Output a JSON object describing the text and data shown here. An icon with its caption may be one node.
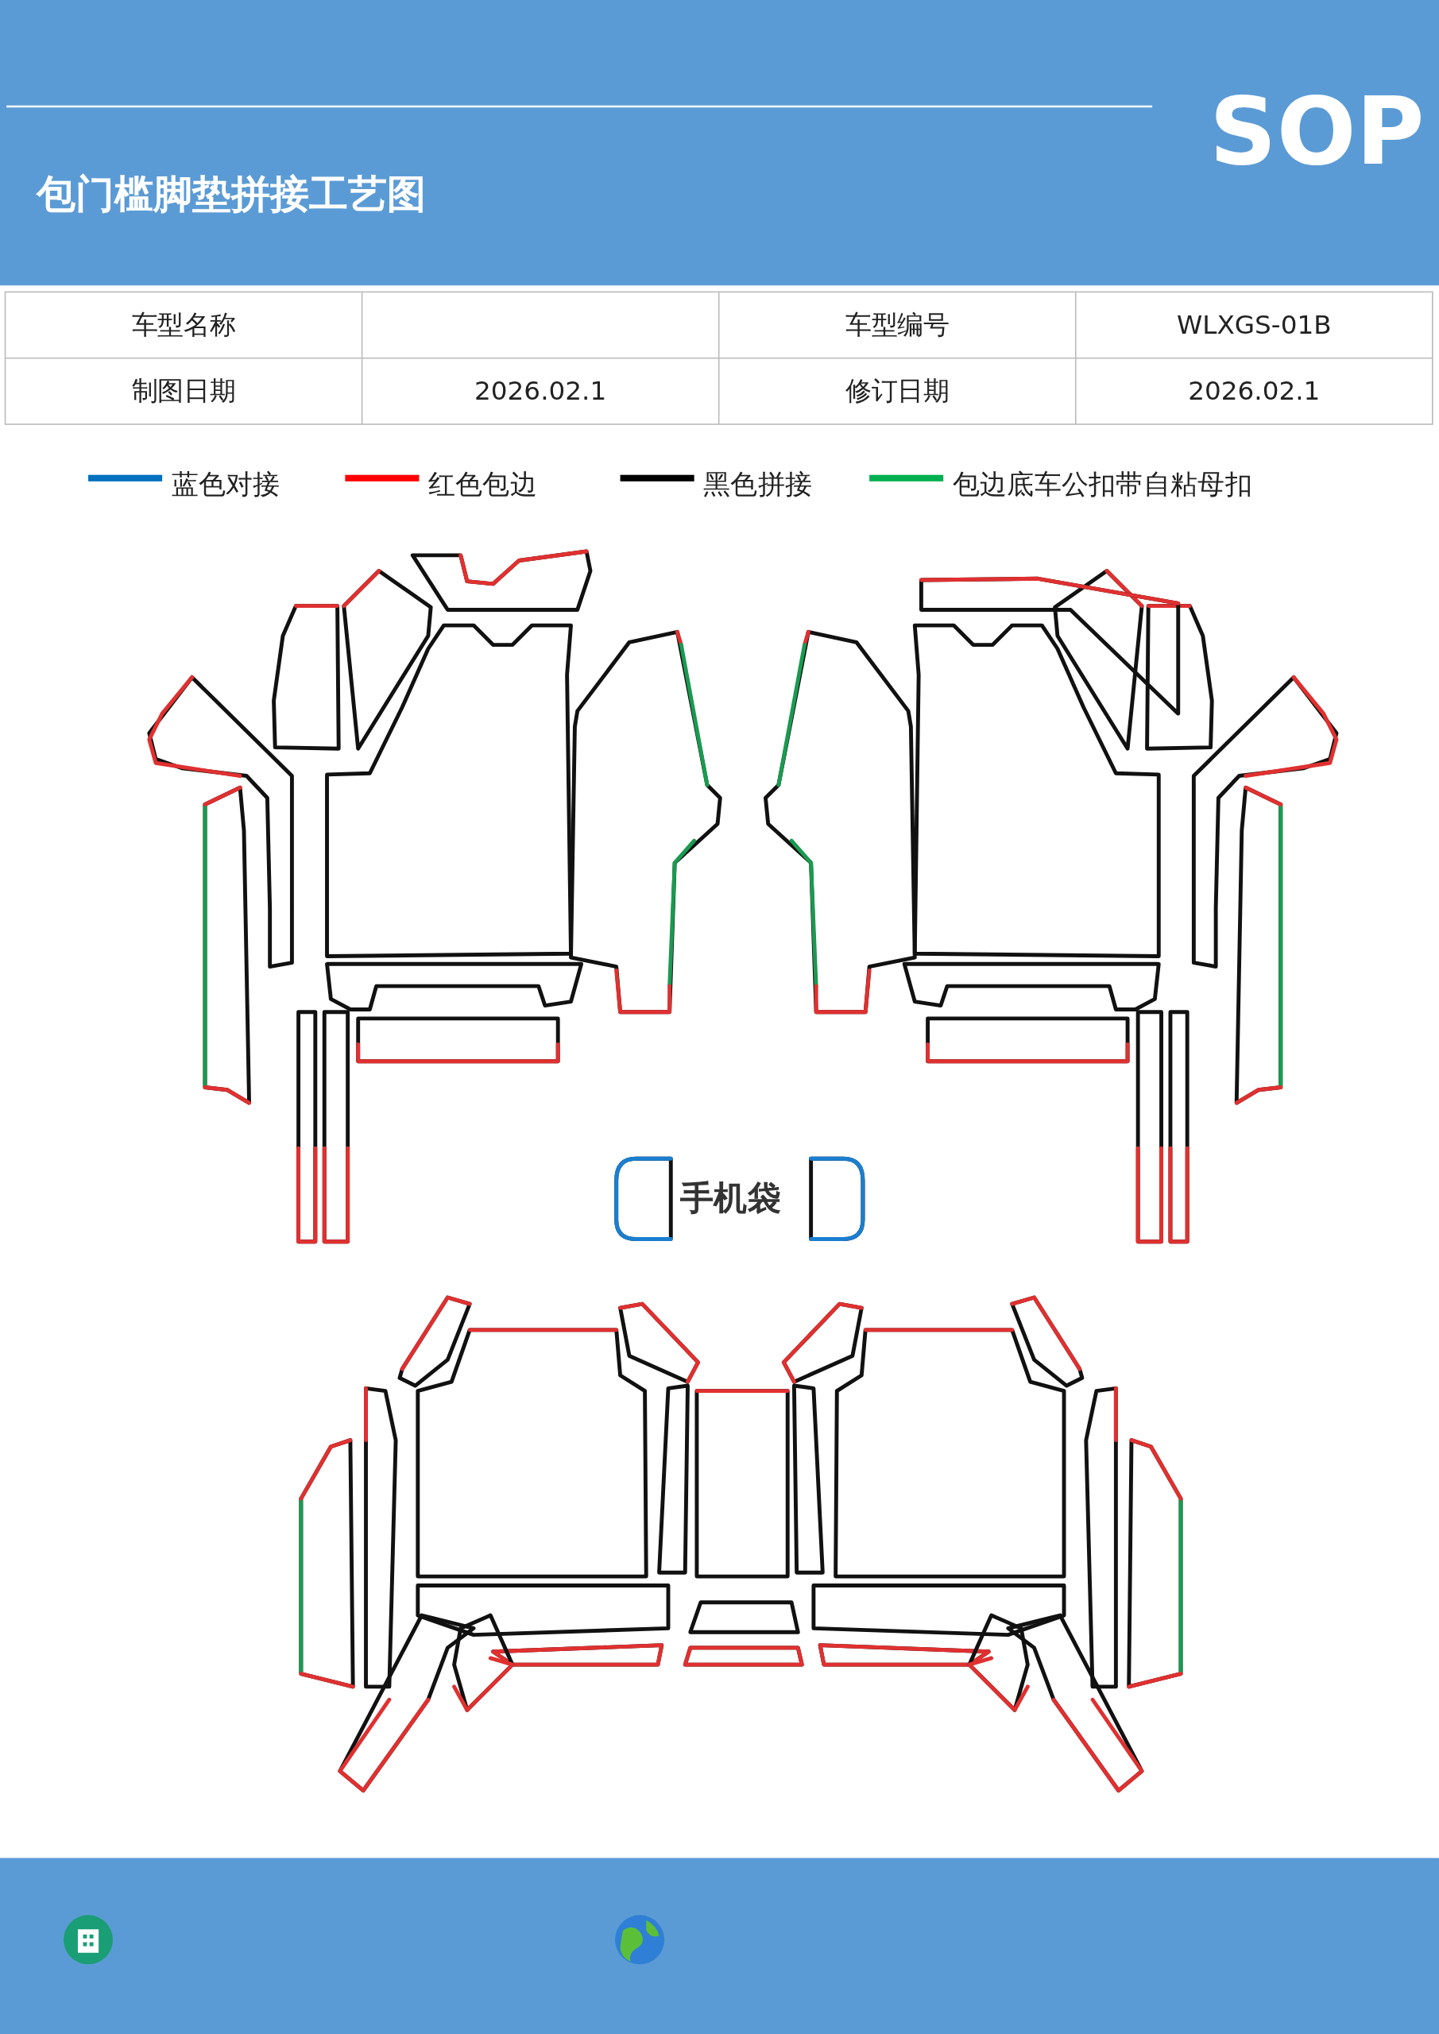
{
  "diagram": {
    "title": "包门槛脚垫拼接工艺图",
    "labels": [
      "SOP",
      "车型名称",
      "车型编号",
      "WLXGS-01B",
      "制图日期",
      "2026.02.1",
      "修订日期",
      "2026.02.1",
      "手机袋"
    ],
    "legend": [
      {
        "text": "蓝色对接",
        "color": "#0070c0"
      },
      {
        "text": "红色包边",
        "color": "#ff0000"
      },
      {
        "text": "黑色拼接",
        "color": "#000000"
      },
      {
        "text": "包边底车公扣带自粘母扣",
        "color": "#00b050"
      }
    ]
  }
}
